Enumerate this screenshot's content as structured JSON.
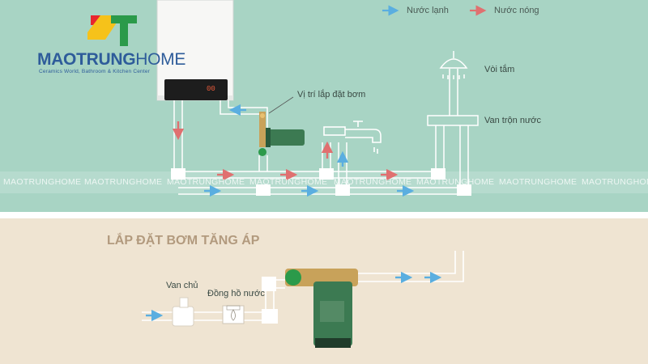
{
  "legend": {
    "cold_label": "Nước lạnh",
    "hot_label": "Nước nóng",
    "cold_color": "#5aaee0",
    "hot_color": "#e07070"
  },
  "brand": {
    "name_bold": "MAOTRUNG",
    "name_thin": "HOME",
    "tagline": "Ceramics World, Bathroom & Kitchen Center"
  },
  "labels": {
    "pump_location": "Vị trí lắp đặt bơm",
    "shower": "Vòi tắm",
    "mixing_valve": "Van trộn nước",
    "main_valve": "Van chủ",
    "water_meter": "Đồng hồ nước"
  },
  "heater_display_text": "00",
  "section2_title": "LẮP ĐẶT BƠM TĂNG ÁP",
  "watermark": [
    "MAOTRUNGHOME",
    "MAOTRUNGHOME",
    "MAOTRUNGHOME",
    "MAOTRUNGHOME",
    "MAOTRUNGHOME",
    "MAOTRUNGHOME",
    "MAOTRUNGHOME",
    "MAOTRUNGHOME"
  ],
  "colors": {
    "top_bg": "#a8d4c4",
    "bottom_bg": "#efe4d2",
    "pump_green": "#3c7a52",
    "logo_blue": "#2e5c9a"
  }
}
